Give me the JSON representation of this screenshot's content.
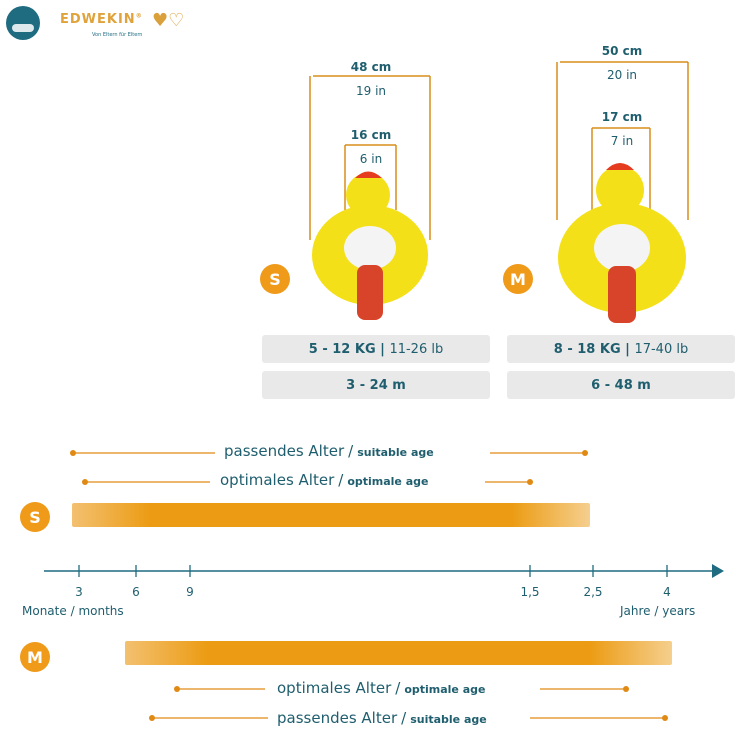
{
  "brand": {
    "name": "EDWEKIN",
    "trademark": "®",
    "tagline": "Von Eltern für Eltern"
  },
  "sizes": [
    {
      "code": "S",
      "width_cm": "48 cm",
      "width_in": "19 in",
      "hole_cm": "16 cm",
      "hole_in": "6 in",
      "weight": "5 - 12 KG",
      "weight_lb": "11-26 lb",
      "age": "3 - 24 m"
    },
    {
      "code": "M",
      "width_cm": "50 cm",
      "width_in": "20 in",
      "hole_cm": "17 cm",
      "hole_in": "7 in",
      "weight": "8 - 18 KG",
      "weight_lb": "17-40 lb",
      "age": "6 - 48 m"
    }
  ],
  "timeline": {
    "suitable_de": "passendes Alter",
    "suitable_en": "suitable age",
    "optimal_de": "optimales Alter",
    "optimal_en": "optimale age",
    "slash": "/",
    "ticks": [
      "3",
      "6",
      "9",
      "1,5",
      "2,5",
      "4"
    ],
    "left_caption_de": "Monate",
    "left_caption_en": "months",
    "right_caption_de": "Jahre",
    "right_caption_en": "years",
    "colors": {
      "bar": "#ec9c14",
      "line": "#e08a14",
      "axis": "#1f6b80",
      "text": "#1f5e6e"
    }
  },
  "icons": [
    "logo-icon",
    "hearts-icon",
    "duck-float-icon"
  ]
}
